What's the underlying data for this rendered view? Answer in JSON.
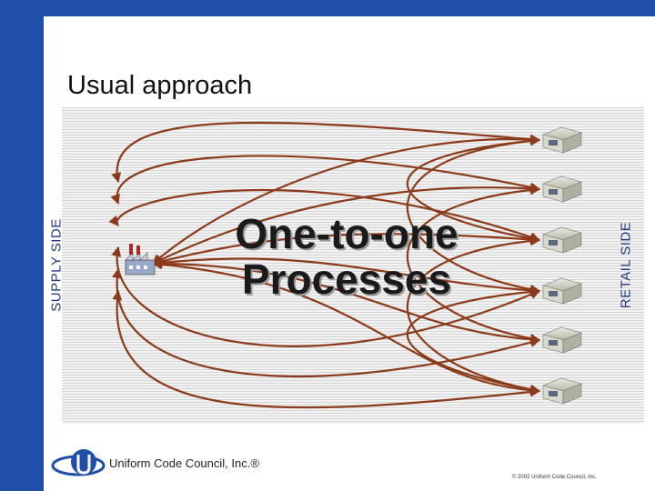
{
  "title": "Usual approach",
  "supply_label": "SUPPLY SIDE",
  "retail_label": "RETAIL SIDE",
  "center_line1": "One-to-one",
  "center_line2": "Processes",
  "logo_text": "Uniform Code Council, Inc.®",
  "copyright": "© 2002 Uniform Code Council, Inc.",
  "colors": {
    "accent": "#1f4fa8",
    "arrow": "#8b3a1a"
  },
  "nodes": {
    "supplier": {
      "icon": "factory-icon"
    },
    "retailers": [
      {
        "icon": "store-icon"
      },
      {
        "icon": "store-icon"
      },
      {
        "icon": "store-icon"
      },
      {
        "icon": "store-icon"
      },
      {
        "icon": "store-icon"
      },
      {
        "icon": "store-icon"
      }
    ]
  }
}
